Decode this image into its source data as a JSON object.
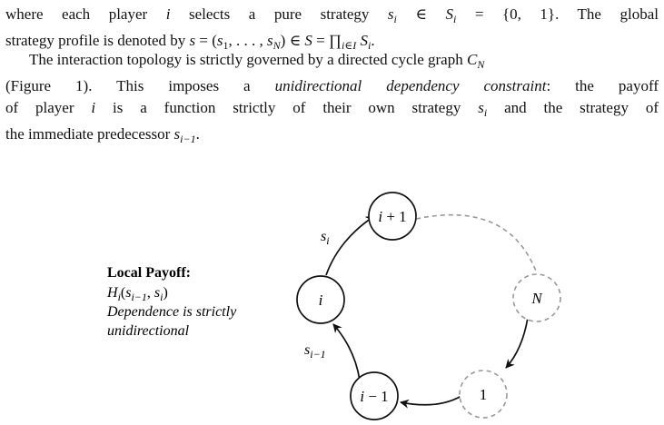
{
  "paragraph1": {
    "line1_a": "where each player ",
    "line1_i": "i",
    "line1_b": " selects a pure strategy ",
    "line1_s": "s",
    "line1_sub": "i",
    "line1_c": " ∈ ",
    "line1_S": "S",
    "line1_Ssub": "i",
    "line1_d": " = {0, 1}.  The global",
    "line2_a": "strategy profile is denoted by ",
    "line2_s": "s",
    "line2_b": " = (",
    "line2_s1": "s",
    "line2_s1sub": "1",
    "line2_c": ", . . . , ",
    "line2_sN": "s",
    "line2_sNsub": "N",
    "line2_d": ") ∈ ",
    "line2_S": "S",
    "line2_e": " = ∏",
    "line2_prodsub": "i∈I",
    "line2_Si": "S",
    "line2_Sisub": "i",
    "line2_f": "."
  },
  "paragraph2": {
    "line1_a": "The interaction topology is strictly governed by a directed cycle graph ",
    "line1_C": "C",
    "line1_Csub": "N",
    "line2_a": "(Figure 1). This imposes a ",
    "line2_em": "unidirectional dependency constraint",
    "line2_b": ": the payoff",
    "line3_a": "of player ",
    "line3_i": "i",
    "line3_b": " is a function strictly of their own strategy ",
    "line3_s": "s",
    "line3_ssub": "i",
    "line3_c": " and the strategy of",
    "line4_a": "the immediate predecessor ",
    "line4_s": "s",
    "line4_ssub": "i−1",
    "line4_b": "."
  },
  "figure": {
    "nodes": {
      "i_plus_1": {
        "var": "i",
        "rest": " + 1"
      },
      "i": {
        "var": "i"
      },
      "N": {
        "var": "N"
      },
      "i_minus_1": {
        "var": "i",
        "rest": " − 1"
      },
      "one": {
        "label": "1"
      }
    },
    "edge_labels": {
      "si": {
        "var": "s",
        "sub": "i"
      },
      "si_minus_1": {
        "var": "s",
        "sub": "i−1"
      }
    },
    "payoff": {
      "title": "Local Payoff:",
      "formula": "H_i(s_{i−1}, s_i)",
      "formula_H": "H",
      "formula_sub": "i",
      "formula_open": "(",
      "formula_s1": "s",
      "formula_s1sub": "i−1",
      "formula_comma": ", ",
      "formula_s2": "s",
      "formula_s2sub": "i",
      "formula_close": ")",
      "line2": "Dependence is strictly",
      "line3": "unidirectional"
    },
    "colors": {
      "solid": "#111111",
      "dashed": "#999999"
    }
  }
}
